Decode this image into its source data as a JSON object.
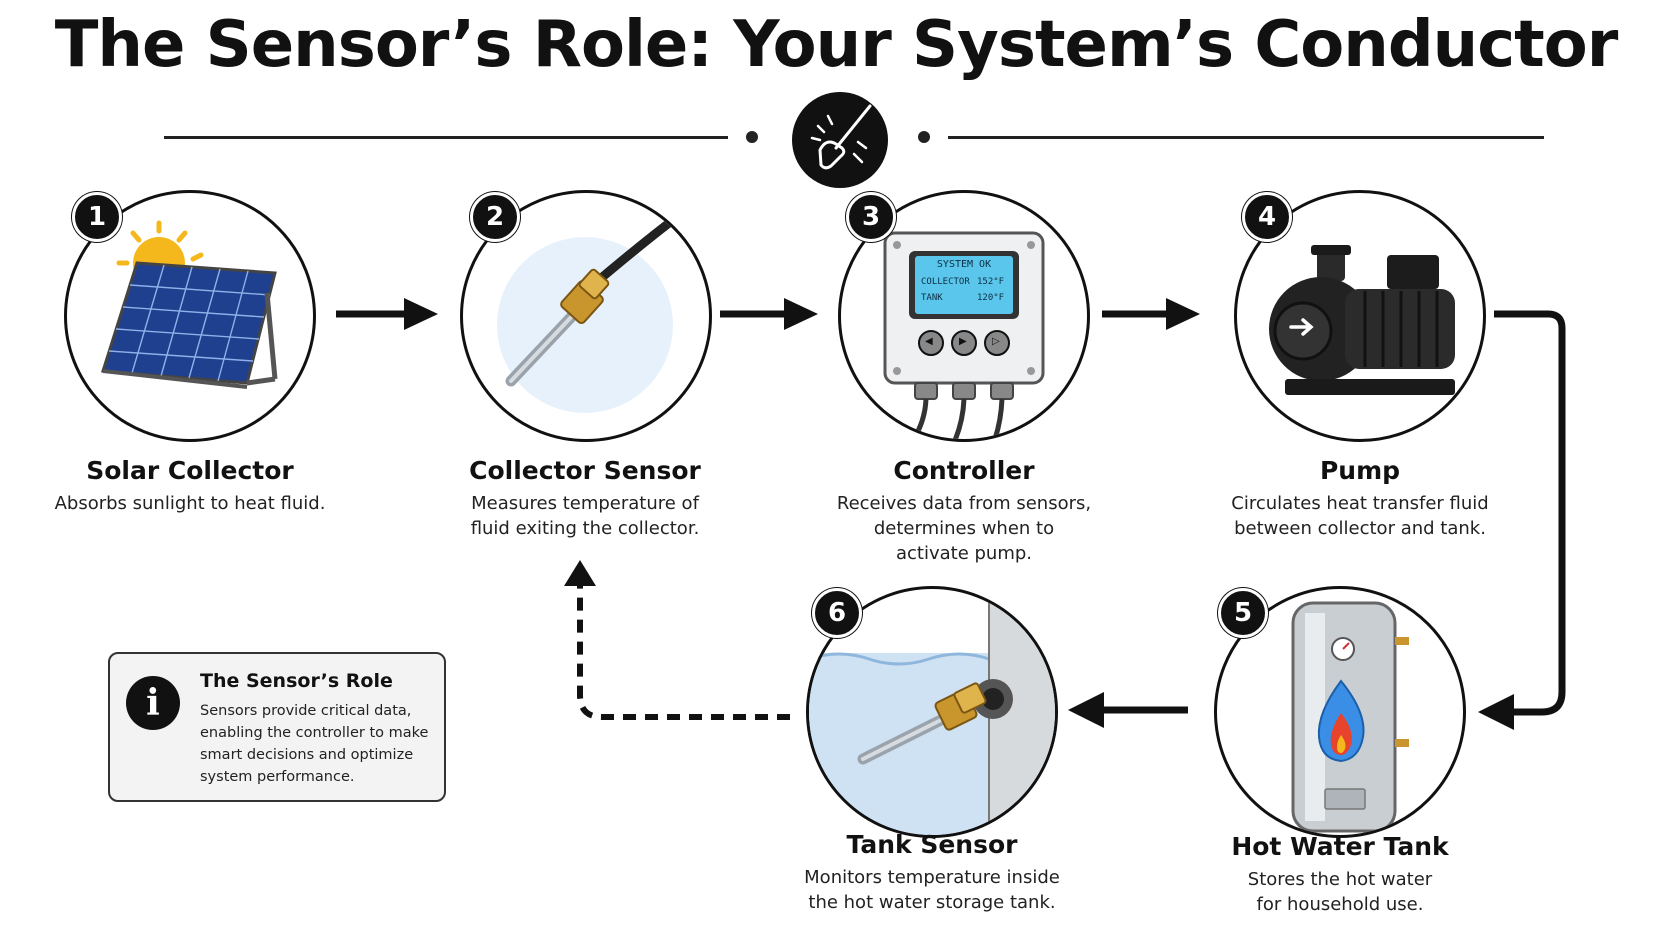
{
  "title": "The Sensor’s Role: Your System’s Conductor",
  "steps": [
    {
      "number": "1",
      "name": "Solar Collector",
      "desc_lines": [
        "Absorbs sunlight to heat fluid."
      ]
    },
    {
      "number": "2",
      "name": "Collector Sensor",
      "desc_lines": [
        "Measures temperature of",
        "fluid exiting the collector."
      ]
    },
    {
      "number": "3",
      "name": "Controller",
      "desc_lines": [
        "Receives data from sensors,",
        "determines when to",
        "activate pump."
      ]
    },
    {
      "number": "4",
      "name": "Pump",
      "desc_lines": [
        "Circulates heat transfer fluid",
        "between collector and tank."
      ]
    },
    {
      "number": "5",
      "name": "Hot Water Tank",
      "desc_lines": [
        "Stores the hot water",
        "for household use."
      ]
    },
    {
      "number": "6",
      "name": "Tank Sensor",
      "desc_lines": [
        "Monitors temperature inside",
        "the hot water storage tank."
      ]
    }
  ],
  "controller_display": {
    "status": "SYSTEM OK",
    "row1_label": "COLLECTOR",
    "row1_value": "152°F",
    "row2_label": "TANK",
    "row2_value": "120°F"
  },
  "info_box": {
    "icon": "i",
    "title": "The Sensor’s Role",
    "lines": [
      "Sensors provide critical data,",
      "enabling the controller to make",
      "smart decisions and optimize",
      "system performance."
    ]
  },
  "icons": {
    "header_badge": "conductor-baton-icon",
    "info": "info-icon"
  },
  "colors": {
    "ink": "#111111",
    "panel_blue": "#1f3f8f",
    "sun": "#f5b81c",
    "brass": "#c9962e",
    "lcd": "#5bc6ec",
    "flame_blue": "#3a8ee6",
    "flame_red": "#e8432b"
  }
}
